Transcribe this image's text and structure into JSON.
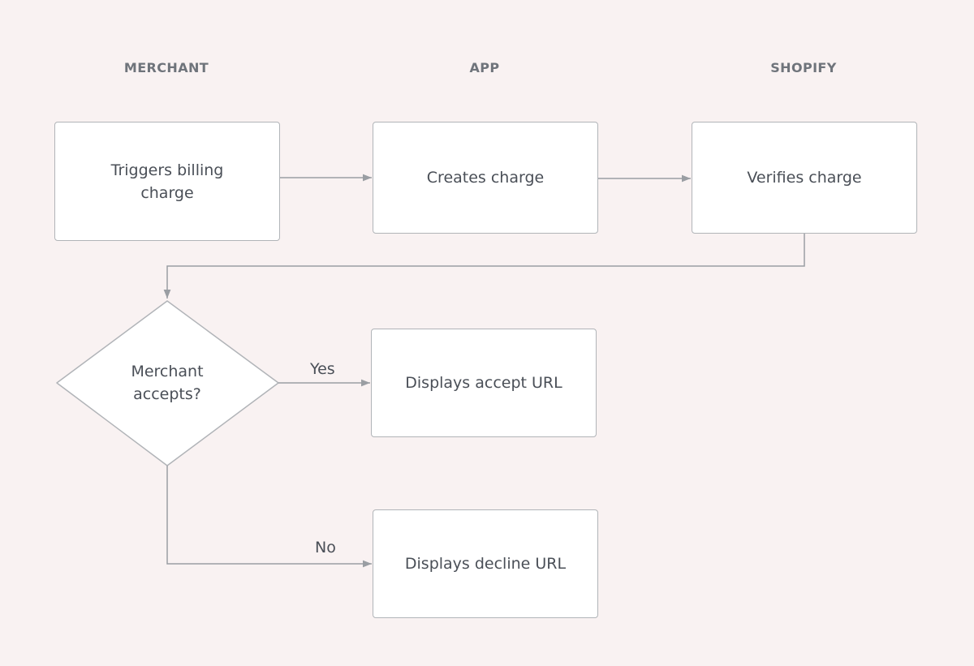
{
  "lanes": {
    "merchant": "MERCHANT",
    "app": "APP",
    "shopify": "SHOPIFY"
  },
  "nodes": {
    "triggers": "Triggers billing charge",
    "creates": "Creates charge",
    "verifies": "Verifies charge",
    "decision": "Merchant accepts?",
    "accept": "Displays accept URL",
    "decline": "Displays decline URL"
  },
  "edges": {
    "yes": "Yes",
    "no": "No"
  },
  "colors": {
    "background": "#f9f2f2",
    "box_fill": "#ffffff",
    "box_border": "#b1b4b8",
    "connector": "#9a9ea3",
    "text": "#4a4f57",
    "header_text": "#6f747b"
  }
}
